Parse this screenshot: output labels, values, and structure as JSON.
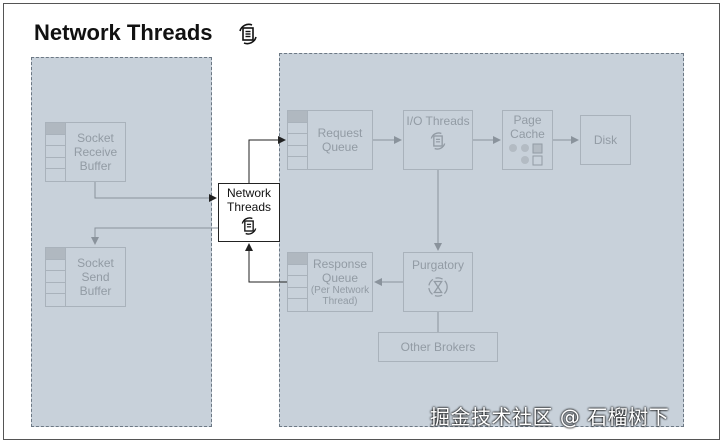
{
  "title": "Network Threads",
  "nodes": {
    "socket_receive_buffer": "Socket Receive Buffer",
    "socket_send_buffer": "Socket Send Buffer",
    "network_threads": "Network Threads",
    "request_queue": "Request Queue",
    "io_threads": "I/O Threads",
    "page_cache": "Page Cache",
    "disk": "Disk",
    "response_queue": "Response Queue",
    "response_queue_note": "(Per Network Thread)",
    "purgatory": "Purgatory",
    "other_brokers": "Other Brokers"
  },
  "icons": {
    "thread": "thread-cycle-icon",
    "purgatory": "hourglass-icon"
  },
  "watermark": "掘金技术社区 @ 石榴树下",
  "colors": {
    "region_fill": "#c8d1da",
    "faded_text": "#929ba4",
    "arrow": "#8a939c"
  }
}
